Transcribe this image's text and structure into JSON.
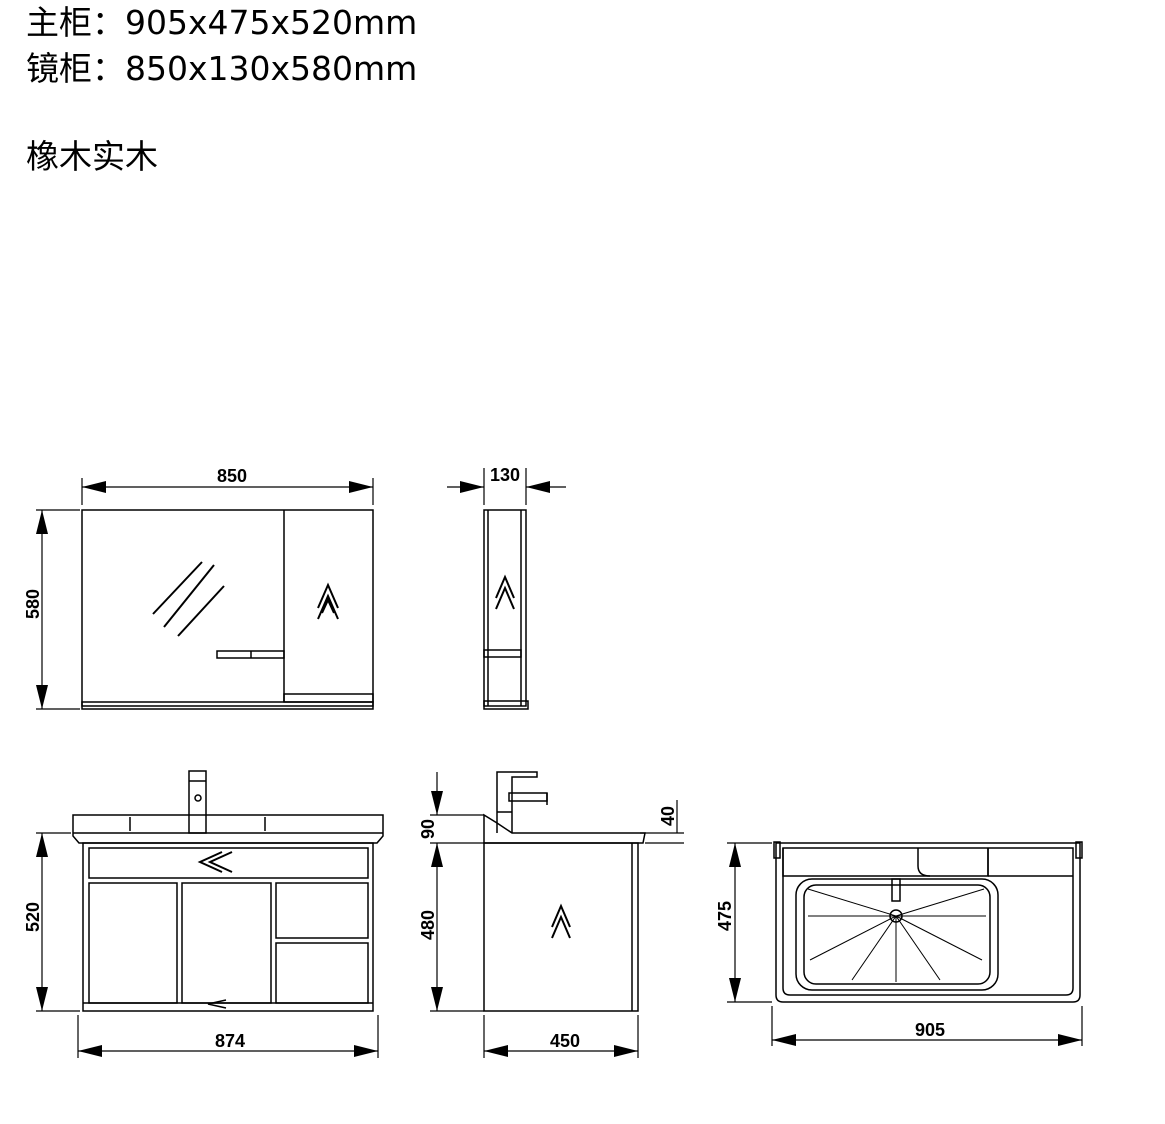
{
  "specs": {
    "main_cabinet_label": "主柜：",
    "main_cabinet_size": "905x475x520mm",
    "mirror_cabinet_label": "镜柜：",
    "mirror_cabinet_size": "850x130x580mm",
    "material": "橡木实木"
  },
  "dimensions": {
    "mirror_width": "850",
    "mirror_height": "580",
    "mirror_depth": "130",
    "cabinet_height": "520",
    "cabinet_width": "874",
    "side_top_height": "90",
    "side_top_thickness": "40",
    "side_body_height": "480",
    "side_depth": "450",
    "basin_depth": "475",
    "basin_width": "905"
  },
  "colors": {
    "line": "#000000",
    "background": "#ffffff"
  }
}
